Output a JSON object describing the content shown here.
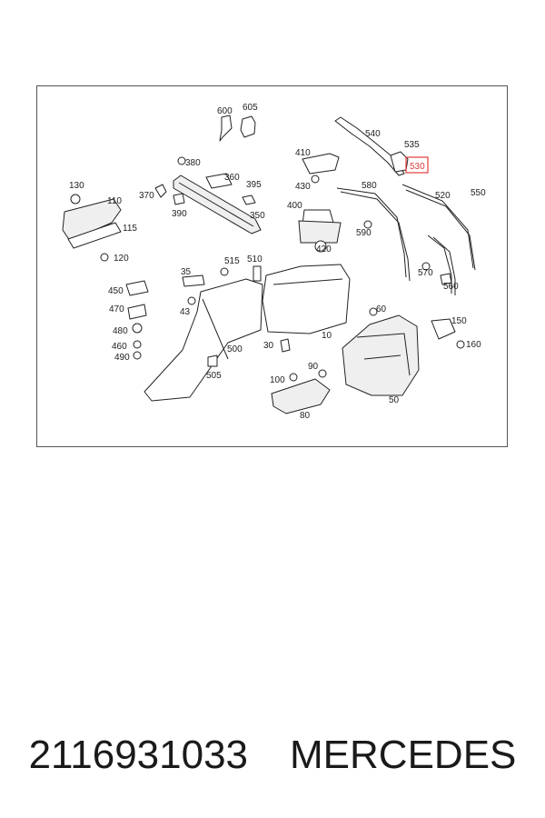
{
  "diagram": {
    "highlight_color": "#e23b3b",
    "line_color": "#222222",
    "highlighted_label": "530",
    "labels": [
      "600",
      "605",
      "540",
      "535",
      "410",
      "380",
      "360",
      "130",
      "370",
      "395",
      "430",
      "110",
      "390",
      "350",
      "400",
      "580",
      "550",
      "520",
      "590",
      "115",
      "420",
      "120",
      "515",
      "510",
      "35",
      "450",
      "43",
      "470",
      "480",
      "460",
      "490",
      "500",
      "505",
      "30",
      "60",
      "150",
      "100",
      "90",
      "10",
      "160",
      "570",
      "560",
      "80",
      "50"
    ]
  },
  "caption": {
    "part_number": "2116931033",
    "brand": "MERCEDES"
  }
}
